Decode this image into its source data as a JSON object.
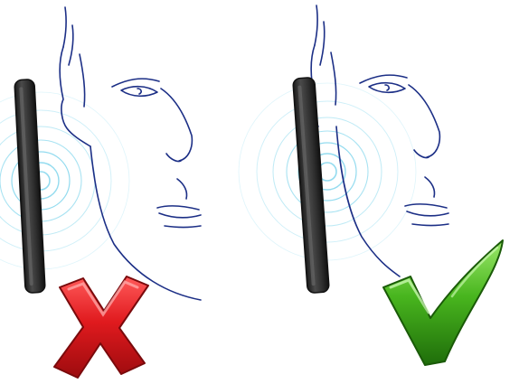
{
  "panels": [
    {
      "id": "incorrect",
      "icon": "red-x-icon",
      "phone_position": "away-from-ear"
    },
    {
      "id": "correct",
      "icon": "green-checkmark-icon",
      "phone_position": "against-ear"
    }
  ],
  "colors": {
    "sketch_line": "#1c2f86",
    "sound_wave": "#6fd0ea",
    "phone_body": "#3a3a3a",
    "phone_edge": "#111111",
    "x_red": "#d81418",
    "x_dark": "#8a0a0c",
    "check_green": "#3fa51a",
    "check_dark": "#1f6d0a",
    "background": "#ffffff"
  }
}
